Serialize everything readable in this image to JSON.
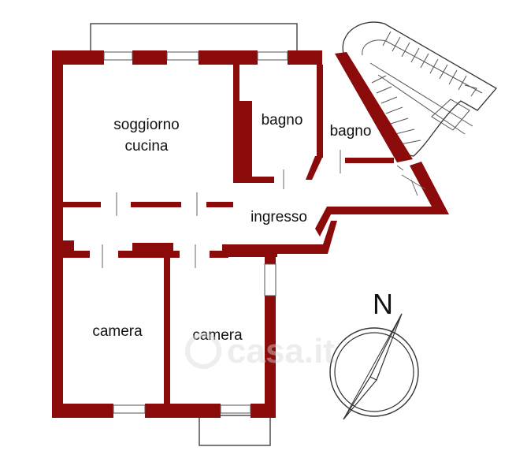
{
  "rooms": {
    "living": [
      "soggiorno",
      "cucina"
    ],
    "bath1": "bagno",
    "bath2": "bagno",
    "hall": "ingresso",
    "bedroom1": "camera",
    "bedroom2": "camera"
  },
  "compass": {
    "north": "N"
  },
  "watermark": "casa.it",
  "colors": {
    "wall": "#8b0a0a",
    "line": "#333333",
    "background": "#ffffff"
  }
}
